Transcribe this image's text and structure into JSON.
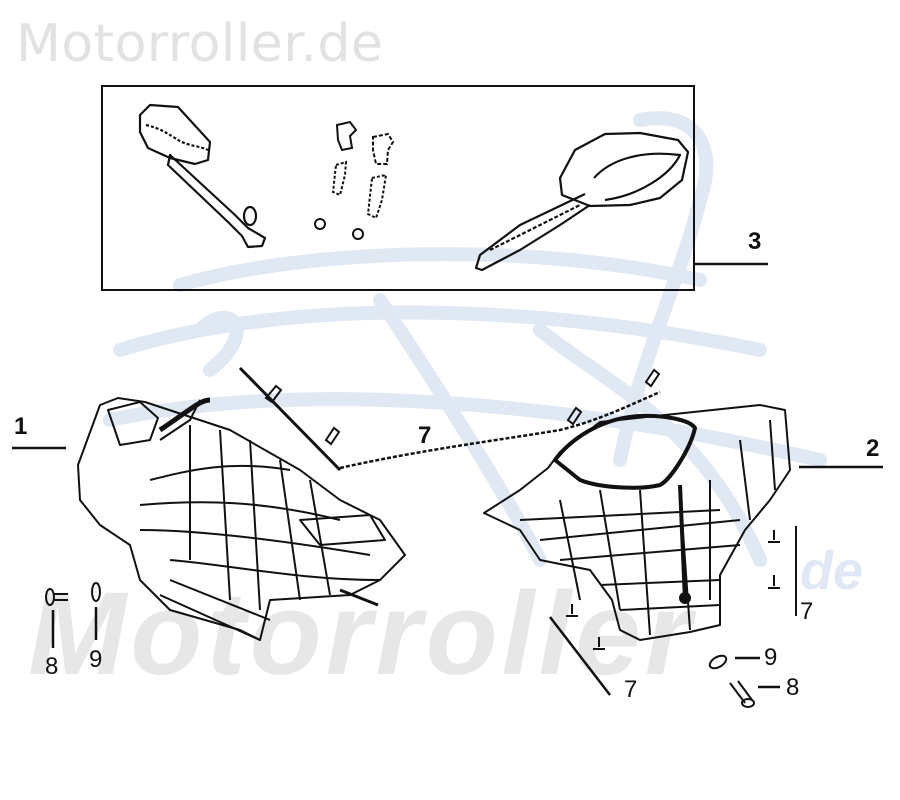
{
  "header": {
    "site_title": "Motorroller.de"
  },
  "watermark": {
    "text": "Motorroller",
    "suffix": "de",
    "color": "#e7e7e7",
    "accent": "#dfe8f4"
  },
  "diagram": {
    "type": "exploded parts diagram",
    "subject": "Handlebar cover set with mirrors",
    "callouts": [
      {
        "id": "1",
        "label": "1",
        "part": "front handlebar cover"
      },
      {
        "id": "2",
        "label": "2",
        "part": "rear handlebar cover"
      },
      {
        "id": "3",
        "label": "3",
        "part": "mirror set (boxed)"
      },
      {
        "id": "7a",
        "label": "7",
        "part": "screws (top)"
      },
      {
        "id": "7b",
        "label": "7",
        "part": "screws (right)"
      },
      {
        "id": "7c",
        "label": "7",
        "part": "screws (bottom)"
      },
      {
        "id": "8a",
        "label": "8",
        "part": "bolt (left)"
      },
      {
        "id": "9a",
        "label": "9",
        "part": "washer (left)"
      },
      {
        "id": "9b",
        "label": "9",
        "part": "washer (right)"
      },
      {
        "id": "8b",
        "label": "8",
        "part": "bolt (right)"
      }
    ]
  }
}
